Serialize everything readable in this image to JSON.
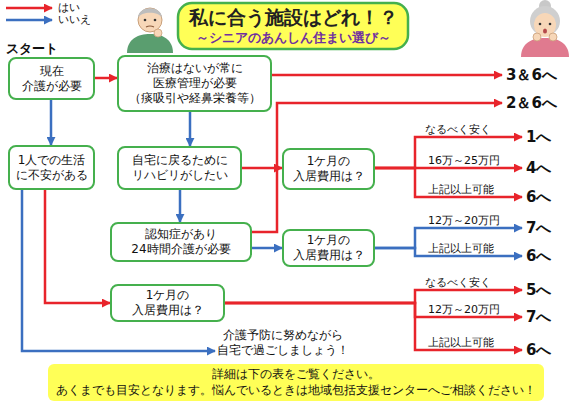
{
  "diagram": {
    "title": "私に合う施設はどれ！？",
    "nodes": [
      {
        "text": [
          "現在 介護が必要"
        ]
      },
      {
        "text": [
          "治療はないが常に 医療管理が必要 （痰吸引や経鼻栄養等）"
        ]
      },
      {
        "text": [
          "3＆6へ"
        ]
      },
      {
        "text": [
          "2＆6へ"
        ]
      },
      {
        "text": [
          "1人での生活 に不安がある"
        ]
      },
      {
        "text": [
          "自宅に戻るために リハビリがしたい"
        ]
      },
      {
        "text": [
          "1ケ月の 入居費用は？"
        ]
      },
      {
        "text": [
          "1へ"
        ]
      },
      {
        "text": [
          "4へ"
        ]
      },
      {
        "text": [
          "6へ"
        ]
      },
      {
        "text": [
          "認知症があり 24時間介護が必要"
        ]
      },
      {
        "text": [
          "1ケ月の 入居費用は？"
        ]
      },
      {
        "text": [
          "7へ"
        ]
      },
      {
        "text": [
          "6へ"
        ]
      },
      {
        "text": [
          "1ケ月の 入居費用は？"
        ]
      },
      {
        "text": [
          "5へ"
        ]
      },
      {
        "text": [
          "7へ"
        ]
      },
      {
        "text": [
          "6へ"
        ]
      },
      {
        "text": [
          "介護予防に努めながら 自宅で過ごしましょう！"
        ]
      },
      {
        "text": [
          "詳細は下の表をご覧ください。",
          "あくまでも目安となります。悩んでいるときは地域包括支援センターへご相談ください！"
        ]
      }
    ],
    "edges": [
      {
        "from": 0,
        "to": 1,
        "arrow": "to"
      },
      {
        "from": 0,
        "to": 4,
        "arrow": "to"
      },
      {
        "from": 1,
        "to": 2,
        "arrow": "to"
      },
      {
        "from": 1,
        "to": 5,
        "arrow": "to"
      },
      {
        "from": 5,
        "to": 6,
        "arrow": "to"
      },
      {
        "from": 5,
        "to": 10,
        "arrow": "to"
      },
      {
        "from": 6,
        "to": 7,
        "label": "なるべく安く",
        "arrow": "to"
      },
      {
        "from": 6,
        "to": 8,
        "label": "16万～25万円",
        "arrow": "to"
      },
      {
        "from": 6,
        "to": 9,
        "label": "上記以上可能",
        "arrow": "to"
      },
      {
        "from": 10,
        "to": 3,
        "arrow": "to"
      },
      {
        "from": 10,
        "to": 11,
        "arrow": "to"
      },
      {
        "from": 11,
        "to": 12,
        "label": "12万～20万円",
        "arrow": "to"
      },
      {
        "from": 11,
        "to": 13,
        "label": "上記以上可能",
        "arrow": "to"
      },
      {
        "from": 4,
        "to": 14,
        "arrow": "to"
      },
      {
        "from": 4,
        "to": 18,
        "arrow": "to"
      },
      {
        "from": 14,
        "to": 15,
        "label": "なるべく安く",
        "arrow": "to"
      },
      {
        "from": 14,
        "to": 16,
        "label": "12万～20万円",
        "arrow": "to"
      },
      {
        "from": 14,
        "to": 17,
        "label": "上記以上可能",
        "arrow": "to"
      }
    ],
    "labels": [
      "～シニアのあんしん住まい選び～",
      "スタート"
    ],
    "legend": [
      {
        "text": "はい"
      },
      {
        "text": "いいえ"
      }
    ]
  }
}
